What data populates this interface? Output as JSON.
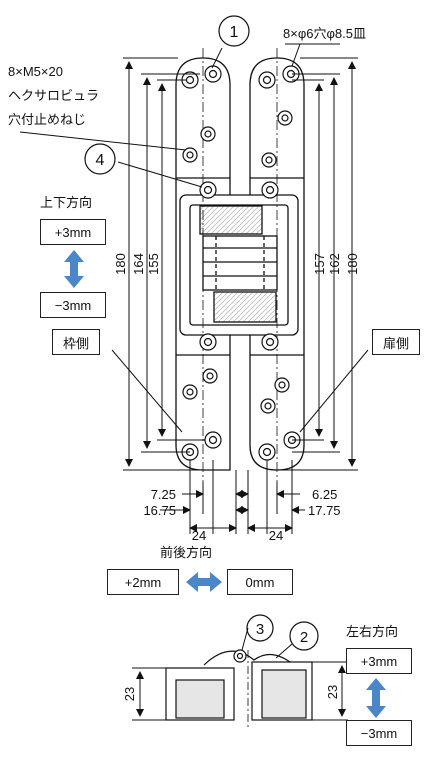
{
  "callouts": {
    "c1": "1",
    "c2": "2",
    "c3": "3",
    "c4": "4"
  },
  "screw_note": {
    "line1": "8×M5×20",
    "line2": "ヘクサロビュラ",
    "line3": "穴付止めねじ"
  },
  "hole_note": "8×φ6穴φ8.5皿",
  "vertical_adjust": {
    "title": "上下方向",
    "plus": "+3mm",
    "minus": "−3mm"
  },
  "side_labels": {
    "frame": "枠側",
    "door": "扉側"
  },
  "left_dims": [
    "180",
    "164",
    "155"
  ],
  "right_dims": [
    "157",
    "162",
    "180"
  ],
  "bottom_dims": {
    "l1": "7.25",
    "l2": "16.75",
    "l3": "24",
    "r1": "6.25",
    "r2": "17.75",
    "r3": "24"
  },
  "depth_adjust": {
    "title": "前後方向",
    "left": "+2mm",
    "right": "0mm"
  },
  "lateral_adjust": {
    "title": "左右方向",
    "plus": "+3mm",
    "minus": "−3mm"
  },
  "side_dims": {
    "left": "23",
    "right": "23"
  },
  "colors": {
    "arrow": "#4a86c8",
    "line": "#111111",
    "gray": "#bfbfbf"
  }
}
